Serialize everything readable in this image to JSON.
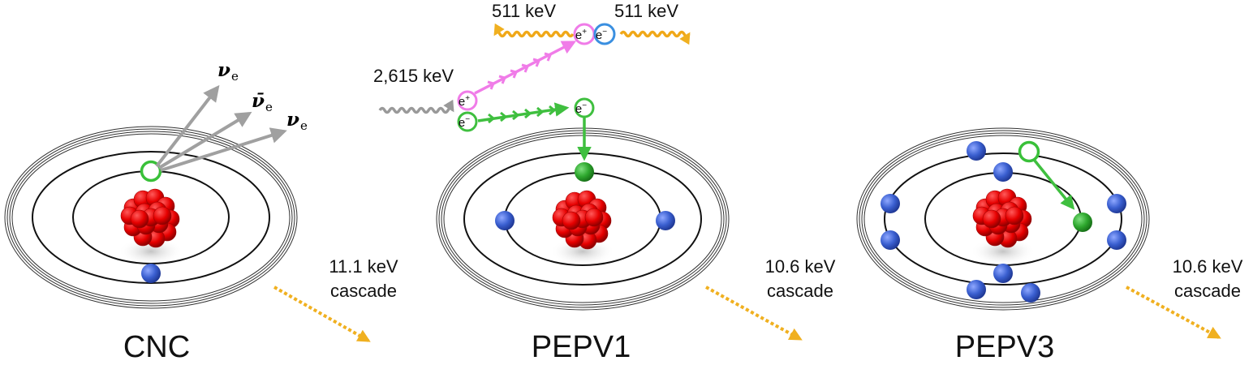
{
  "panels": [
    {
      "title": "CNC",
      "energy": "11.1 keV",
      "cascade": "cascade"
    },
    {
      "title": "PEPV1",
      "energy": "10.6 keV",
      "cascade": "cascade"
    },
    {
      "title": "PEPV3",
      "energy": "10.6 keV",
      "cascade": "cascade"
    }
  ],
  "cnc": {
    "neutrinos": [
      {
        "symbol": "ν",
        "sub": "e"
      },
      {
        "symbol": "ν̄",
        "sub": "e"
      },
      {
        "symbol": "ν",
        "sub": "e"
      }
    ]
  },
  "pair": {
    "gamma_energy": "2,615 keV",
    "annihilation_left": "511 keV",
    "annihilation_right": "511 keV",
    "positron": "e",
    "positron_sup": "+",
    "electron": "e",
    "electron_sup": "−"
  },
  "colors": {
    "nucleus": "#e60000",
    "electron": "#3a5fd0",
    "captured_electron": "#2ea82e",
    "vacancy": "#39c039",
    "positron_track": "#f07ce8",
    "electron_track": "#3fbf3f",
    "annihilation_photon": "#f0a818",
    "gamma": "#999999",
    "neutrino_arrow": "#a0a0a0",
    "cascade": "#f0b020"
  }
}
